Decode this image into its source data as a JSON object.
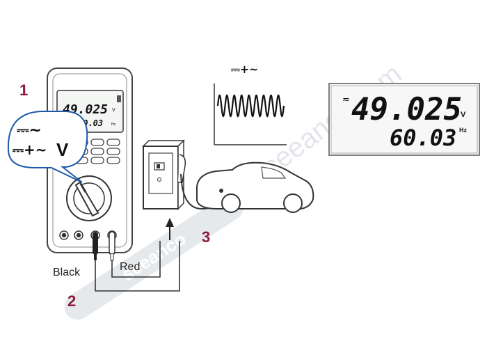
{
  "steps": {
    "step1": "1",
    "step2": "2",
    "step3": "3"
  },
  "meter": {
    "display_main": "49.025",
    "display_main_unit": "V",
    "display_sub": "60.03",
    "display_sub_unit": "Hz",
    "callout_line1": "⎓∼",
    "callout_line2_prefix": "⎓+∼",
    "callout_line2_unit": "V"
  },
  "leads": {
    "black_label": "Black",
    "red_label": "Red"
  },
  "waveform": {
    "mode_symbol": "⎓+∼"
  },
  "zoom_display": {
    "main_value": "49.025",
    "main_unit": "V",
    "sub_value": "60.03",
    "sub_unit": "Hz"
  },
  "watermark": {
    "text": "seeanco.com"
  },
  "colors": {
    "step_number": "#8b1a3a",
    "callout_border": "#1e5aa8",
    "watermark": "#d9dde2"
  }
}
